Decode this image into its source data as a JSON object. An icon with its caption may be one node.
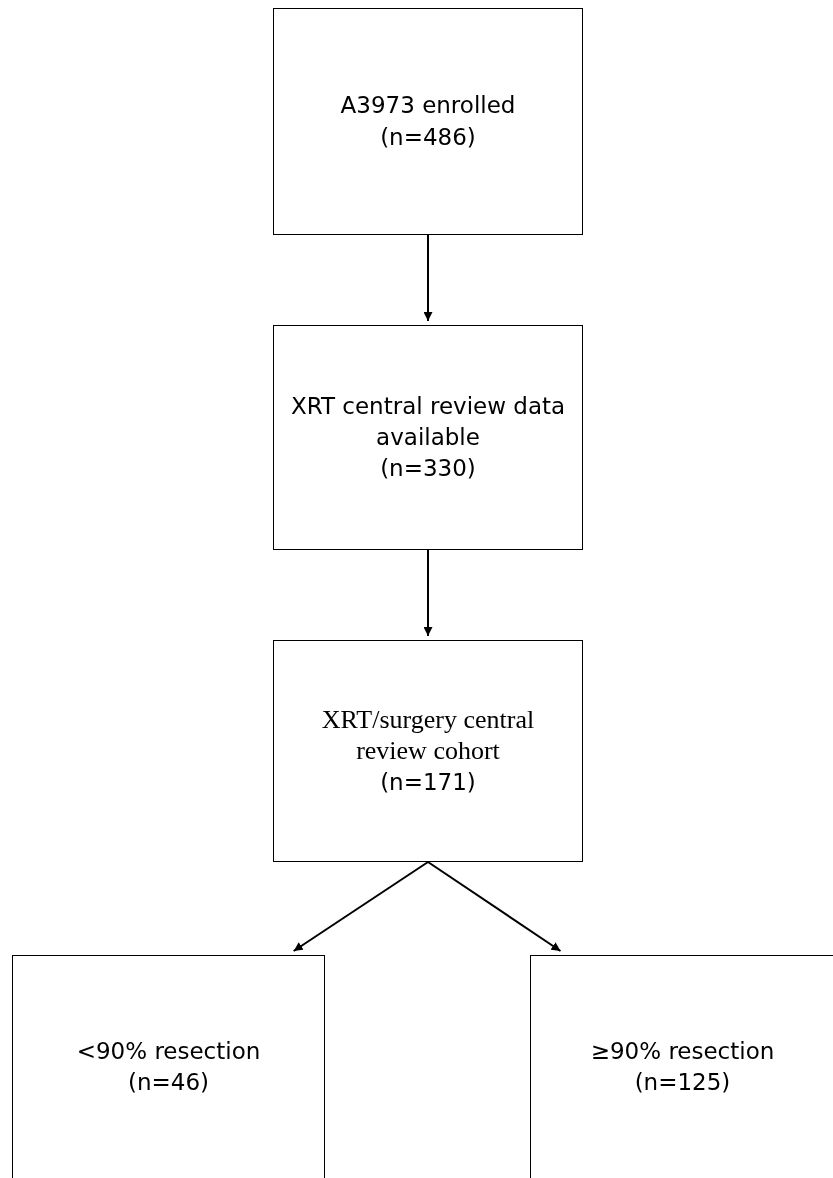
{
  "diagram": {
    "nodes": [
      {
        "text": [
          "A3973 enrolled",
          "(n=486)"
        ]
      },
      {
        "text": [
          "XRT central review data available",
          "(n=330)"
        ]
      },
      {
        "text": [
          "XRT/surgery central review cohort",
          "(n=171)"
        ]
      },
      {
        "text": [
          "<90% resection",
          "(n=46)"
        ]
      },
      {
        "text": [
          "≥90% resection",
          "(n=125)"
        ]
      }
    ],
    "edges": [
      {
        "from": 0,
        "to": 1,
        "arrow": "to"
      },
      {
        "from": 1,
        "to": 2,
        "arrow": "to"
      },
      {
        "from": 2,
        "to": 3,
        "arrow": "to"
      },
      {
        "from": 2,
        "to": 4,
        "arrow": "to"
      }
    ]
  }
}
